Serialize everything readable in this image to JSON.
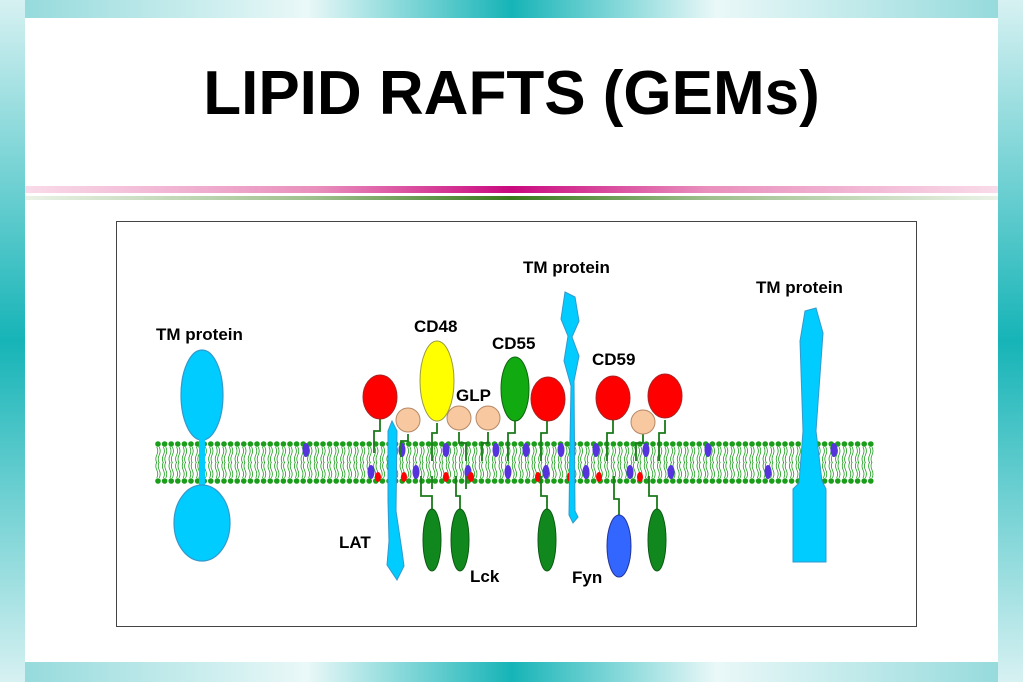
{
  "title": "LIPID RAFTS (GEMs)",
  "labels": {
    "tm_left": "TM protein",
    "tm_center": "TM protein",
    "tm_right": "TM protein",
    "cd48": "CD48",
    "cd55": "CD55",
    "cd59": "CD59",
    "glp": "GLP",
    "lat": "LAT",
    "lck": "Lck",
    "fyn": "Fyn"
  },
  "colors": {
    "tm_protein": "#00ccff",
    "membrane": "#1a9e1a",
    "raft_lipid": "#5533dd",
    "red_head": "#ff0000",
    "cd48": "#ffff00",
    "cd55": "#11aa11",
    "glp": "#f8c8a0",
    "fyn": "#3366ff",
    "lck": "#11881d",
    "title_rule": "#c9097f"
  }
}
